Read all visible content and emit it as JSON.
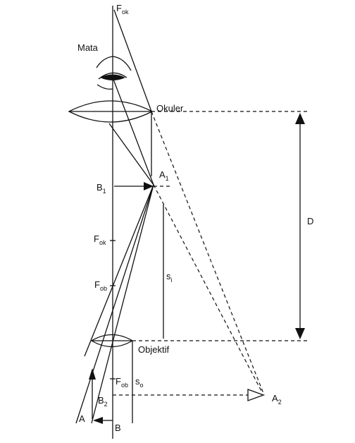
{
  "labels": {
    "f_ok_top": "F",
    "f_ok_top_sub": "ok",
    "mata": "Mata",
    "okuler": "Okuler",
    "a1": "A",
    "a1_sub": "1",
    "b1": "B",
    "b1_sub": "1",
    "d": "D",
    "f_ok_mid": "F",
    "f_ok_mid_sub": "ok",
    "s_i": "s",
    "s_i_sub": "i",
    "f_ob_mid": "F",
    "f_ob_mid_sub": "ob",
    "objektif": "Objektif",
    "f_ob_low": "F",
    "f_ob_low_sub": "ob",
    "s_o": "s",
    "s_o_sub": "o",
    "b2": "B",
    "b2_sub": "2",
    "a2": "A",
    "a2_sub": "2",
    "a": "A",
    "b": "B"
  }
}
